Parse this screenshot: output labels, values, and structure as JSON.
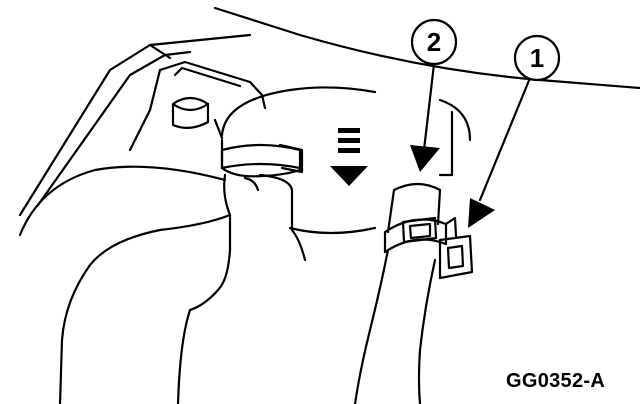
{
  "figure": {
    "code": "GG0352-A"
  },
  "callouts": [
    {
      "number": "1",
      "part": "hose-clamp"
    },
    {
      "number": "2",
      "part": "hose"
    }
  ],
  "icons": {
    "flow_arrow": "downward-flow-arrow-icon"
  },
  "colors": {
    "line": "#000000",
    "background": "#ffffff"
  }
}
